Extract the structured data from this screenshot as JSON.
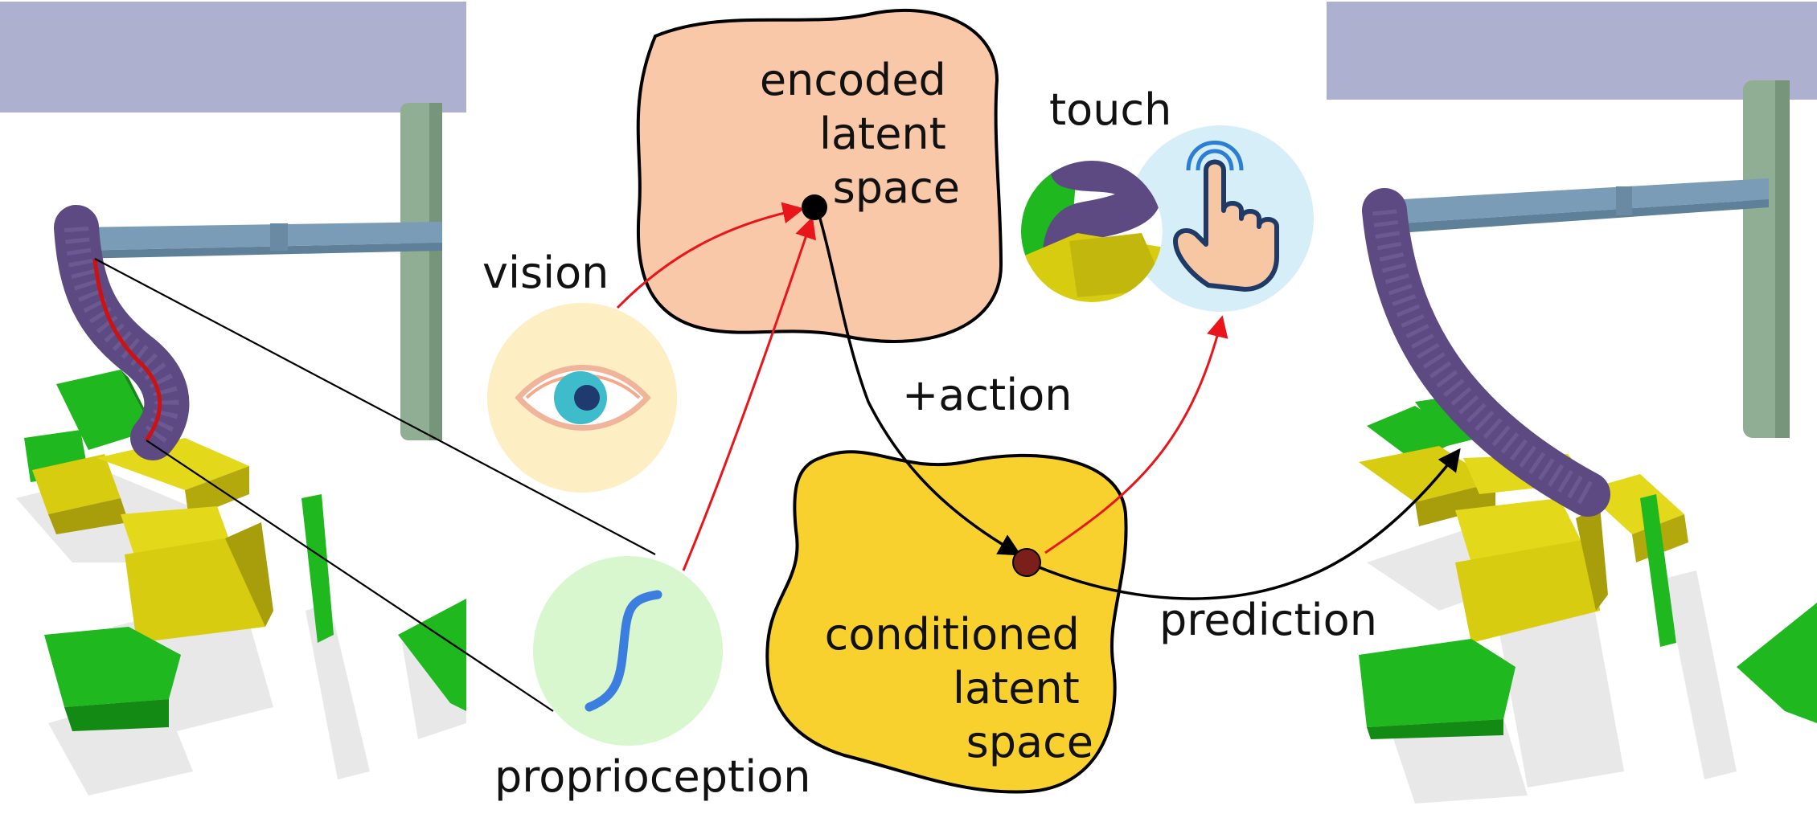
{
  "labels": {
    "encoded": [
      "encoded",
      "latent",
      "space"
    ],
    "conditioned": [
      "conditioned",
      "latent",
      "space"
    ],
    "vision": "vision",
    "touch": "touch",
    "action": "+action",
    "proprioception": "proprioception",
    "prediction": "prediction"
  },
  "colors": {
    "encoded_blob": "#f9c8a8",
    "conditioned_blob": "#f9d12e",
    "vision_circle": "#fdeec4",
    "proprio_circle": "#d9f7cf",
    "touch_circle": "#d6eef8",
    "red_arrow": "#e8161b",
    "black_arrow": "#000000",
    "robot_arm": "#5e4a82",
    "pole": "#8fae94",
    "crossbar": "#7b9cb6",
    "yellow_block": "#d8cc10",
    "green_block": "#1fb81f",
    "sky_band": "#aeb0cf",
    "proprio_curve": "#3b7ee0"
  },
  "icons": {
    "vision": "eye-icon",
    "touch": "finger-tap-icon",
    "proprioception": "s-curve-icon"
  }
}
